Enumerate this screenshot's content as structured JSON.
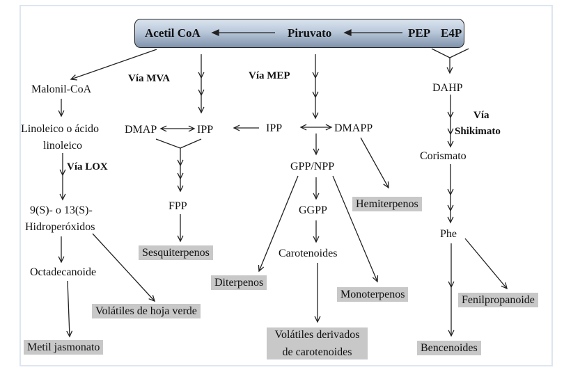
{
  "top_bar": {
    "acetil_coa": "Acetil CoA",
    "piruvato": "Piruvato",
    "pep": "PEP",
    "e4p": "E4P"
  },
  "pathways": {
    "mva": "Vía MVA",
    "mep": "Vía MEP",
    "lox": "Vía LOX",
    "shikimato_line1": "Vía",
    "shikimato_line2": "Shikimato"
  },
  "intermediates": {
    "malonil_coa": "Malonil-CoA",
    "linoleico_line1": "Linoleico o ácido",
    "linoleico_line2": "linoleico",
    "hidroperoxidos_line1": "9(S)- o 13(S)-",
    "hidroperoxidos_line2": "Hidroperóxidos",
    "octadecanoide": "Octadecanoide",
    "dmap": "DMAP",
    "ipp_mva": "IPP",
    "fpp": "FPP",
    "ipp_mep": "IPP",
    "dmapp": "DMAPP",
    "gpp_npp": "GPP/NPP",
    "ggpp": "GGPP",
    "carotenoides": "Carotenoides",
    "dahp": "DAHP",
    "corismato": "Corismato",
    "phe": "Phe"
  },
  "products": {
    "metil_jasmonato": "Metil jasmonato",
    "volatiles_hoja_verde": "Volátiles de hoja verde",
    "sesquiterpenos": "Sesquiterpenos",
    "diterpenos": "Diterpenos",
    "hemiterpenos": "Hemiterpenos",
    "monoterpenos": "Monoterpenos",
    "volatiles_carotenoides_line1": "Volátiles derivados",
    "volatiles_carotenoides_line2": "de carotenoides",
    "fenilpropanoide": "Fenilpropanoide",
    "bencenoides": "Bencenoides"
  },
  "colors": {
    "product_box": "#c8c8c8",
    "frame_border": "#dde6f0",
    "bar_top": "#dbe4ef",
    "bar_bottom": "#7f93ab"
  }
}
